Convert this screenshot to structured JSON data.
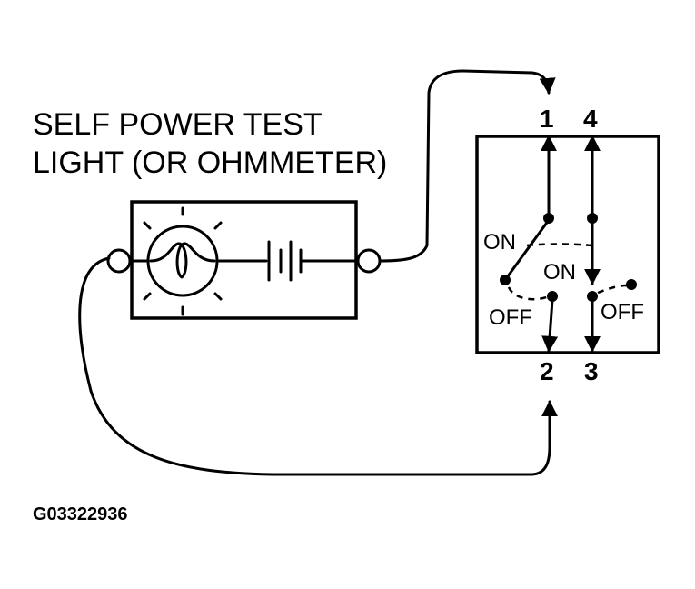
{
  "title_lines": [
    "SELF POWER TEST",
    "LIGHT (OR OHMMETER)"
  ],
  "switch": {
    "terminals": {
      "t1": "1",
      "t4": "4",
      "t2": "2",
      "t3": "3"
    },
    "left_on": "ON",
    "left_off": "OFF",
    "right_on": "ON",
    "right_off": "OFF"
  },
  "figure_code": "G03322936",
  "icons": [
    "bulb-icon",
    "battery-icon"
  ]
}
